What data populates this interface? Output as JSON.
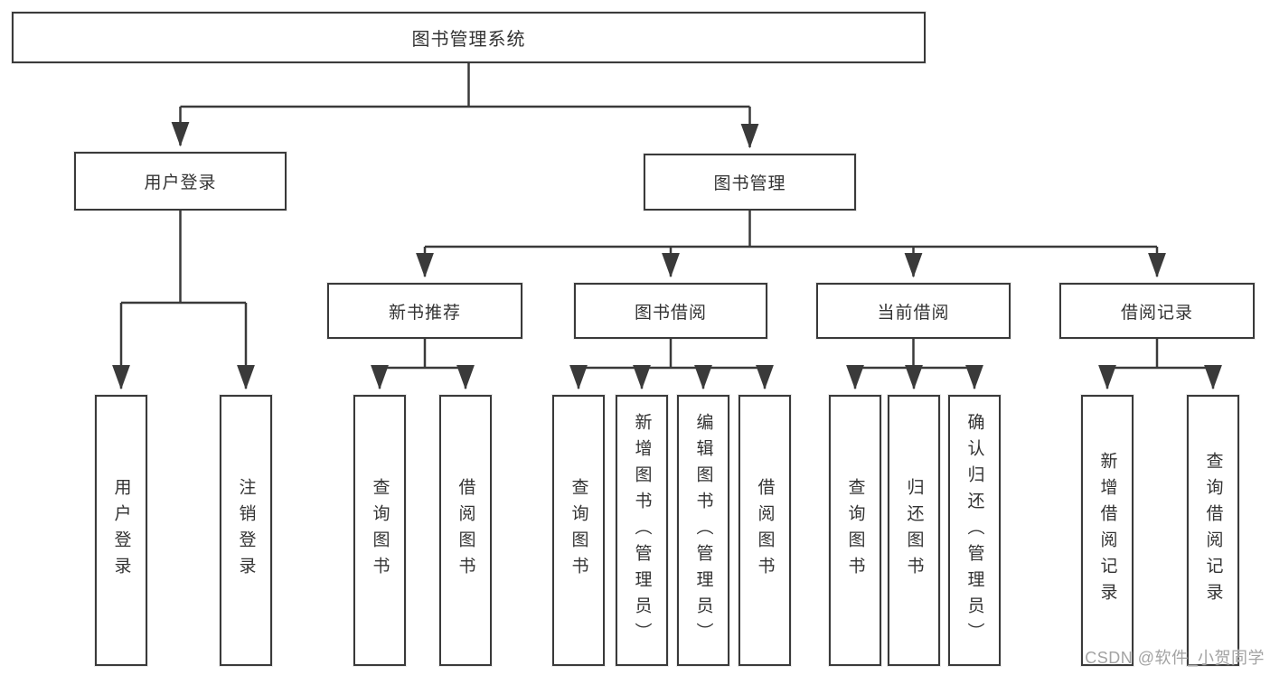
{
  "colors": {
    "line": "#3a3a3a",
    "box_border": "#3a3a3a",
    "text": "#333333",
    "watermark": "#a3a3a3",
    "background": "#ffffff"
  },
  "tree": {
    "root": {
      "label": "图书管理系统",
      "children": [
        {
          "label": "用户登录",
          "children": [
            {
              "label": "用户登录"
            },
            {
              "label": "注销登录"
            }
          ]
        },
        {
          "label": "图书管理",
          "children": [
            {
              "label": "新书推荐",
              "children": [
                {
                  "label": "查询图书"
                },
                {
                  "label": "借阅图书"
                }
              ]
            },
            {
              "label": "图书借阅",
              "children": [
                {
                  "label": "查询图书"
                },
                {
                  "label": "新增图书（管理员）"
                },
                {
                  "label": "编辑图书（管理员）"
                },
                {
                  "label": "借阅图书"
                }
              ]
            },
            {
              "label": "当前借阅",
              "children": [
                {
                  "label": "查询图书"
                },
                {
                  "label": "归还图书"
                },
                {
                  "label": "确认归还（管理员）"
                }
              ]
            },
            {
              "label": "借阅记录",
              "children": [
                {
                  "label": "新增借阅记录"
                },
                {
                  "label": "查询借阅记录"
                }
              ]
            }
          ]
        }
      ]
    }
  },
  "watermark": {
    "text": "CSDN @软件_小贺同学"
  }
}
